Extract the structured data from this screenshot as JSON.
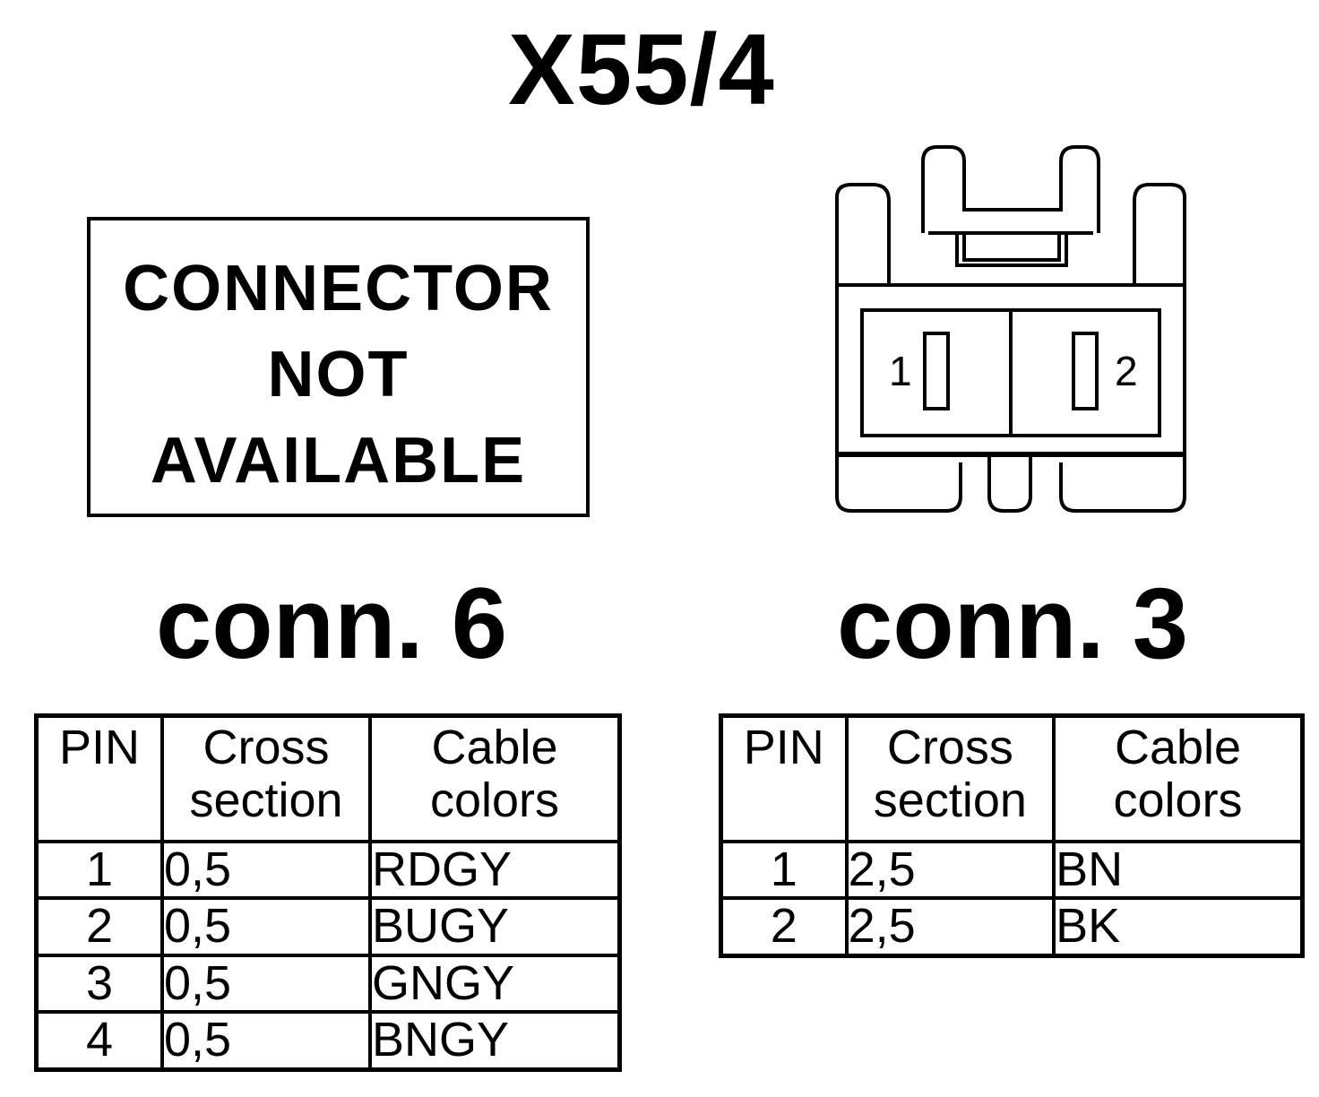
{
  "title": "X55/4",
  "not_available": {
    "line1": "CONNECTOR",
    "line2": "NOT",
    "line3": "AVAILABLE"
  },
  "connector_drawing": {
    "pin_labels": [
      "1",
      "2"
    ]
  },
  "conn6": {
    "label": "conn. 6",
    "headers": [
      "PIN",
      "Cross section",
      "Cable colors"
    ],
    "rows": [
      {
        "pin": "1",
        "cross_section": "0,5",
        "color": "RDGY"
      },
      {
        "pin": "2",
        "cross_section": "0,5",
        "color": "BUGY"
      },
      {
        "pin": "3",
        "cross_section": "0,5",
        "color": "GNGY"
      },
      {
        "pin": "4",
        "cross_section": "0,5",
        "color": "BNGY"
      }
    ]
  },
  "conn3": {
    "label": "conn. 3",
    "headers": [
      "PIN",
      "Cross section",
      "Cable colors"
    ],
    "rows": [
      {
        "pin": "1",
        "cross_section": "2,5",
        "color": "BN"
      },
      {
        "pin": "2",
        "cross_section": "2,5",
        "color": "BK"
      }
    ]
  }
}
